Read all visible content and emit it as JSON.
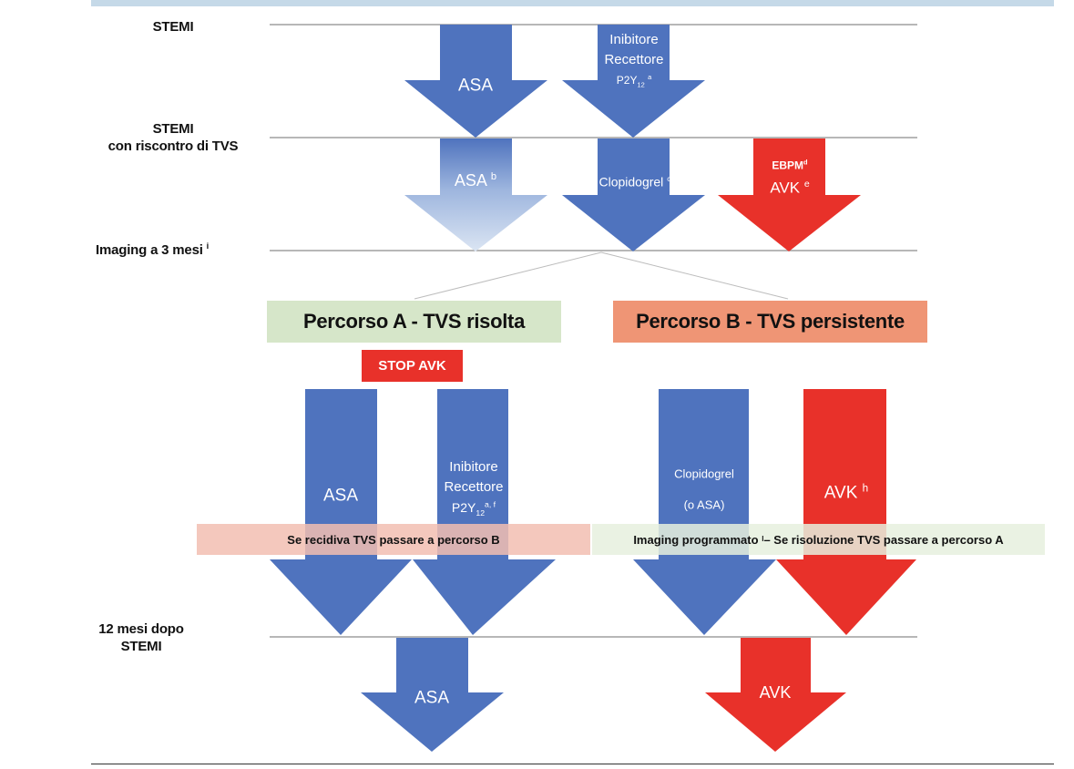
{
  "stages": {
    "s1": "STEMI",
    "s2_line1": "STEMI",
    "s2_line2": "con riscontro di TVS",
    "s3_main": "Imaging a 3 mesi",
    "s3_sup": "i",
    "s4_line1": "12 mesi dopo",
    "s4_line2": "STEMI"
  },
  "arrows": {
    "asa1": "ASA",
    "p2y_1_line1": "Inibitore",
    "p2y_1_line2": "Recettore",
    "p2y_1_base": "P2Y",
    "p2y_1_sub": "12",
    "p2y_1_sup": "a",
    "asa_b": "ASA",
    "asa_b_sup": "b",
    "clopi_c": "Clopidogrel",
    "clopi_c_sup": "c",
    "ebpm": "EBPM",
    "ebpm_sup": "d",
    "avk_e": "AVK",
    "avk_e_sup": "e",
    "asa_a": "ASA",
    "p2y_2_line1": "Inibitore",
    "p2y_2_line2": "Recettore",
    "p2y_2_base": "P2Y",
    "p2y_2_sub": "12",
    "p2y_2_sup": "a, f",
    "clopi_b": "Clopidogrel",
    "clopi_b_alt": "(o ASA)",
    "avk_h": "AVK",
    "avk_h_sup": "h",
    "asa_final": "ASA",
    "avk_final": "AVK"
  },
  "paths": {
    "a_title": "Percorso A - TVS risolta",
    "b_title": "Percorso B - TVS persistente",
    "stop": "STOP AVK",
    "band_a": "Se recidiva TVS passare a percorso B",
    "band_b_part1": "Imaging programmato",
    "band_b_sup": "l",
    "band_b_part2": " –  Se risoluzione TVS passare a percorso A"
  },
  "colors": {
    "blue": "#4f73be",
    "light_blue": "#b8cbe6",
    "red": "#e8312a",
    "green_box": "#d6e6c9",
    "orange_box": "#ef9575",
    "pink_band": "#f4c9bf",
    "green_band": "#e7f0df",
    "header_band": "#c5d9e8"
  }
}
